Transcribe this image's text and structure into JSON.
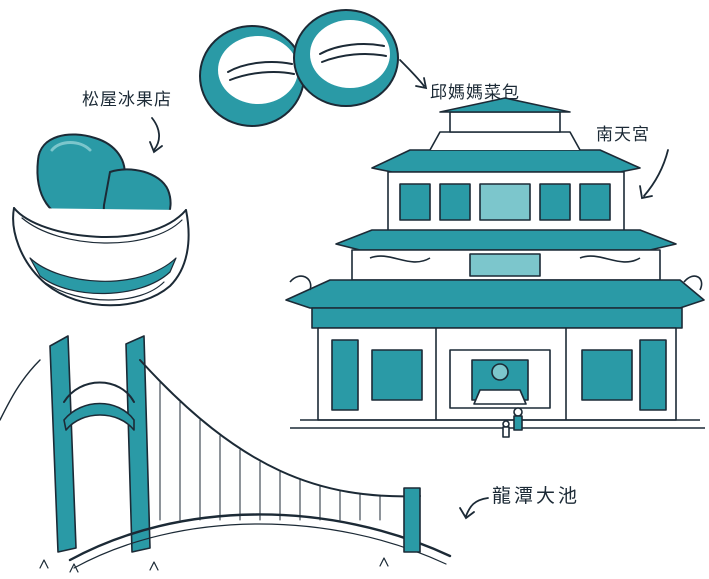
{
  "labels": {
    "icecream_shop": "松屋冰果店",
    "bun": "邱媽媽菜包",
    "temple": "南天宮",
    "lake": "龍潭大池"
  },
  "colors": {
    "teal": "#2a9aa6",
    "light_teal": "#7cc6cc",
    "ink": "#1c2a36",
    "background": "#ffffff"
  }
}
